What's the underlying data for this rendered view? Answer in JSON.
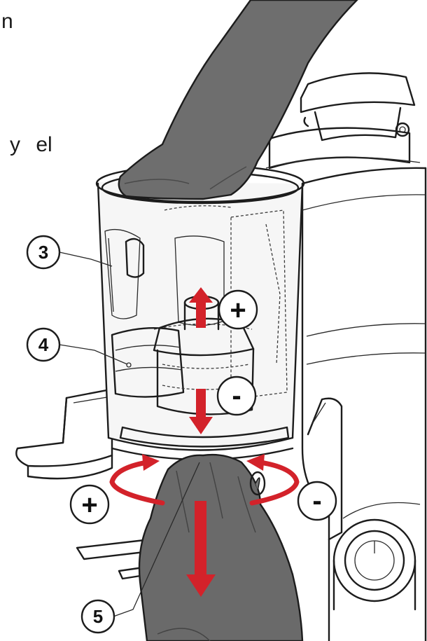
{
  "text_fragments": {
    "top": "n",
    "middle": "y el"
  },
  "callouts": [
    {
      "id": "3",
      "label": "3"
    },
    {
      "id": "4",
      "label": "4"
    },
    {
      "id": "5",
      "label": "5"
    }
  ],
  "signs": {
    "plus_vertical": "+",
    "minus_vertical": "-",
    "plus_rotation": "+",
    "minus_rotation": "-"
  },
  "colors": {
    "arrow": "#d3222a",
    "line": "#1c1c1c",
    "hand": "#6e6e6e",
    "hopper": "#f6f6f6",
    "background": "#ffffff"
  }
}
